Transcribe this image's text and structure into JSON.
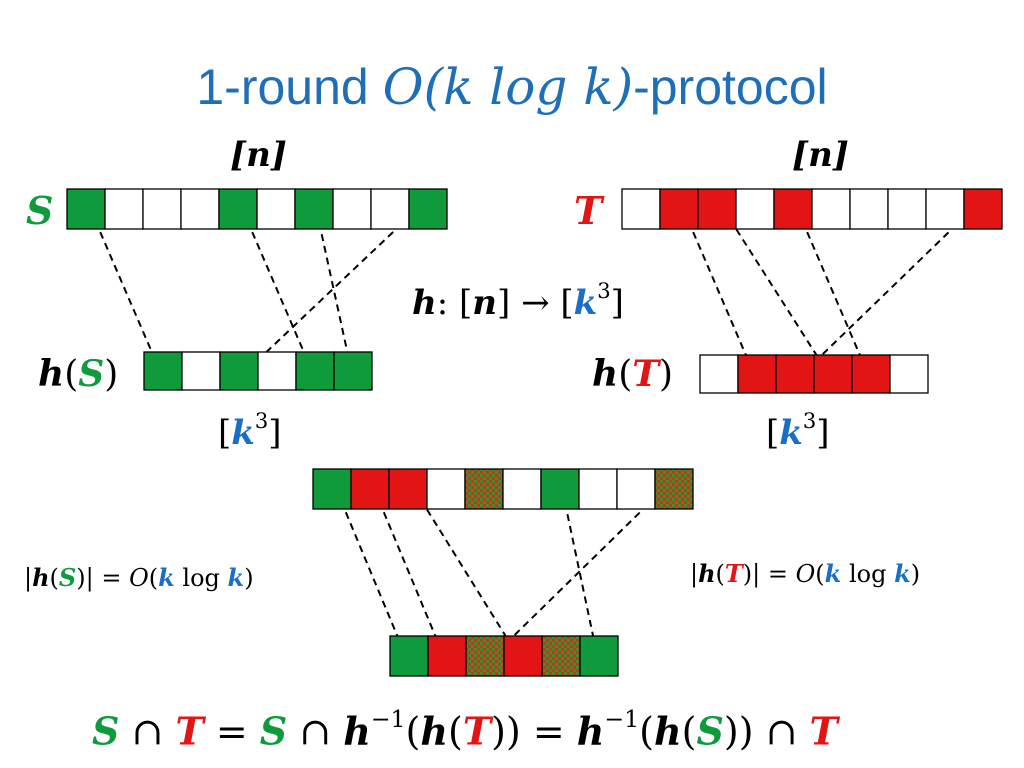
{
  "title": {
    "prefix": "1-round ",
    "math": "O(k log k)",
    "suffix": "-protocol"
  },
  "colors": {
    "green": "#0f9b3c",
    "red": "#e21414",
    "blue": "#1a6fc4",
    "title": "#1f6fb8",
    "mix_a": "#c4351a",
    "mix_b": "#3f8f2f"
  },
  "labels": {
    "n_bracket_left": "[n]",
    "n_bracket_right": "[n]",
    "set_s": "S",
    "set_t": "T",
    "hash_map": {
      "h": "h",
      "colon": ": [",
      "n": "n",
      "arrow": "] → [",
      "k": "k",
      "exp": "3",
      "close": "]"
    },
    "hs": {
      "h": "h",
      "open": "(",
      "s": "S",
      "close": ")"
    },
    "ht": {
      "h": "h",
      "open": "(",
      "t": "T",
      "close": ")"
    },
    "k3_left": {
      "open": "[",
      "k": "k",
      "exp": "3",
      "close": "]"
    },
    "k3_right": {
      "open": "[",
      "k": "k",
      "exp": "3",
      "close": "]"
    },
    "size_s": {
      "a": "|",
      "h": "h",
      "b": "(",
      "s": "S",
      "c": ")| = ",
      "o": "O",
      "d": "(",
      "k1": "k",
      "e": " log ",
      "k2": "k",
      "f": ")"
    },
    "size_t": {
      "a": "|",
      "h": "h",
      "b": "(",
      "t": "T",
      "c": ")| = ",
      "o": "O",
      "d": "(",
      "k1": "k",
      "e": " log ",
      "k2": "k",
      "f": ")"
    },
    "formula": {
      "s1": "S",
      "cap1": " ∩ ",
      "t1": "T",
      "eq1": " = ",
      "s2": "S",
      "cap2": " ∩ ",
      "h1": "h",
      "inv1": "−1",
      "p1": "(",
      "h2": "h",
      "p2": "(",
      "t2": "T",
      "p3": "))",
      "eq2": " = ",
      "h3": "h",
      "inv2": "−1",
      "p4": "(",
      "h4": "h",
      "p5": "(",
      "s3": "S",
      "p6": "))",
      "cap3": " ∩ ",
      "t3": "T"
    }
  },
  "arrays": {
    "S": [
      "g",
      "w",
      "w",
      "w",
      "g",
      "w",
      "g",
      "w",
      "w",
      "g"
    ],
    "hS": [
      "g",
      "w",
      "g",
      "w",
      "g",
      "g"
    ],
    "T": [
      "w",
      "r",
      "r",
      "w",
      "r",
      "w",
      "w",
      "w",
      "w",
      "r"
    ],
    "hT": [
      "w",
      "r",
      "r",
      "r",
      "r",
      "w"
    ],
    "combined": [
      "g",
      "r",
      "r",
      "w",
      "m",
      "w",
      "g",
      "w",
      "w",
      "m"
    ],
    "final": [
      "g",
      "r",
      "m",
      "r",
      "m",
      "g"
    ]
  },
  "mappings": {
    "S_to_hS": [
      [
        0,
        0
      ],
      [
        4,
        4
      ],
      [
        6,
        5
      ],
      [
        9,
        2
      ]
    ],
    "T_to_hT": [
      [
        1,
        1
      ],
      [
        2,
        3
      ],
      [
        4,
        4
      ],
      [
        9,
        2
      ]
    ],
    "combined_to_final": [
      [
        0,
        0
      ],
      [
        1,
        1
      ],
      [
        2,
        3
      ],
      [
        6,
        5
      ],
      [
        9,
        2
      ]
    ]
  }
}
